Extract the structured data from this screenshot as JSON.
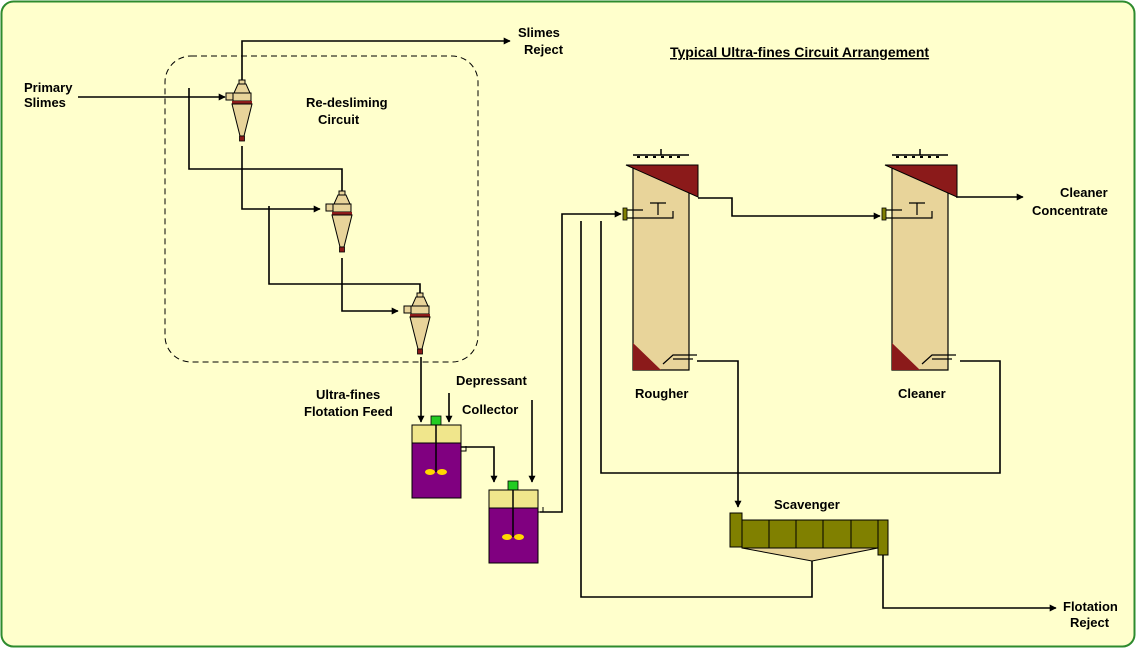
{
  "title": "Typical Ultra-fines Circuit Arrangement",
  "labels": {
    "primary_slimes": [
      "Primary",
      "Slimes"
    ],
    "slimes_reject": [
      "Slimes",
      "Reject"
    ],
    "redesliming_circuit": [
      "Re-desliming",
      "Circuit"
    ],
    "ultrafines_feed": [
      "Ultra-fines",
      "Flotation Feed"
    ],
    "depressant": "Depressant",
    "collector": "Collector",
    "rougher": "Rougher",
    "cleaner": "Cleaner",
    "cleaner_concentrate": [
      "Cleaner",
      "Concentrate"
    ],
    "scavenger": "Scavenger",
    "flotation_reject": [
      "Flotation",
      "Reject"
    ]
  },
  "colors": {
    "background": "#FFFFCC",
    "border": "#2E8B2E",
    "cyclone": "#E8D49A",
    "cyclone_band": "#8B1A1A",
    "column": "#E8D49A",
    "launder": "#8B1A1A",
    "tank_top": "#F0E68C",
    "tank_body": "#800080",
    "agitator": "#FFD700",
    "motor": "#22CC22",
    "scavenger": "#808000"
  }
}
